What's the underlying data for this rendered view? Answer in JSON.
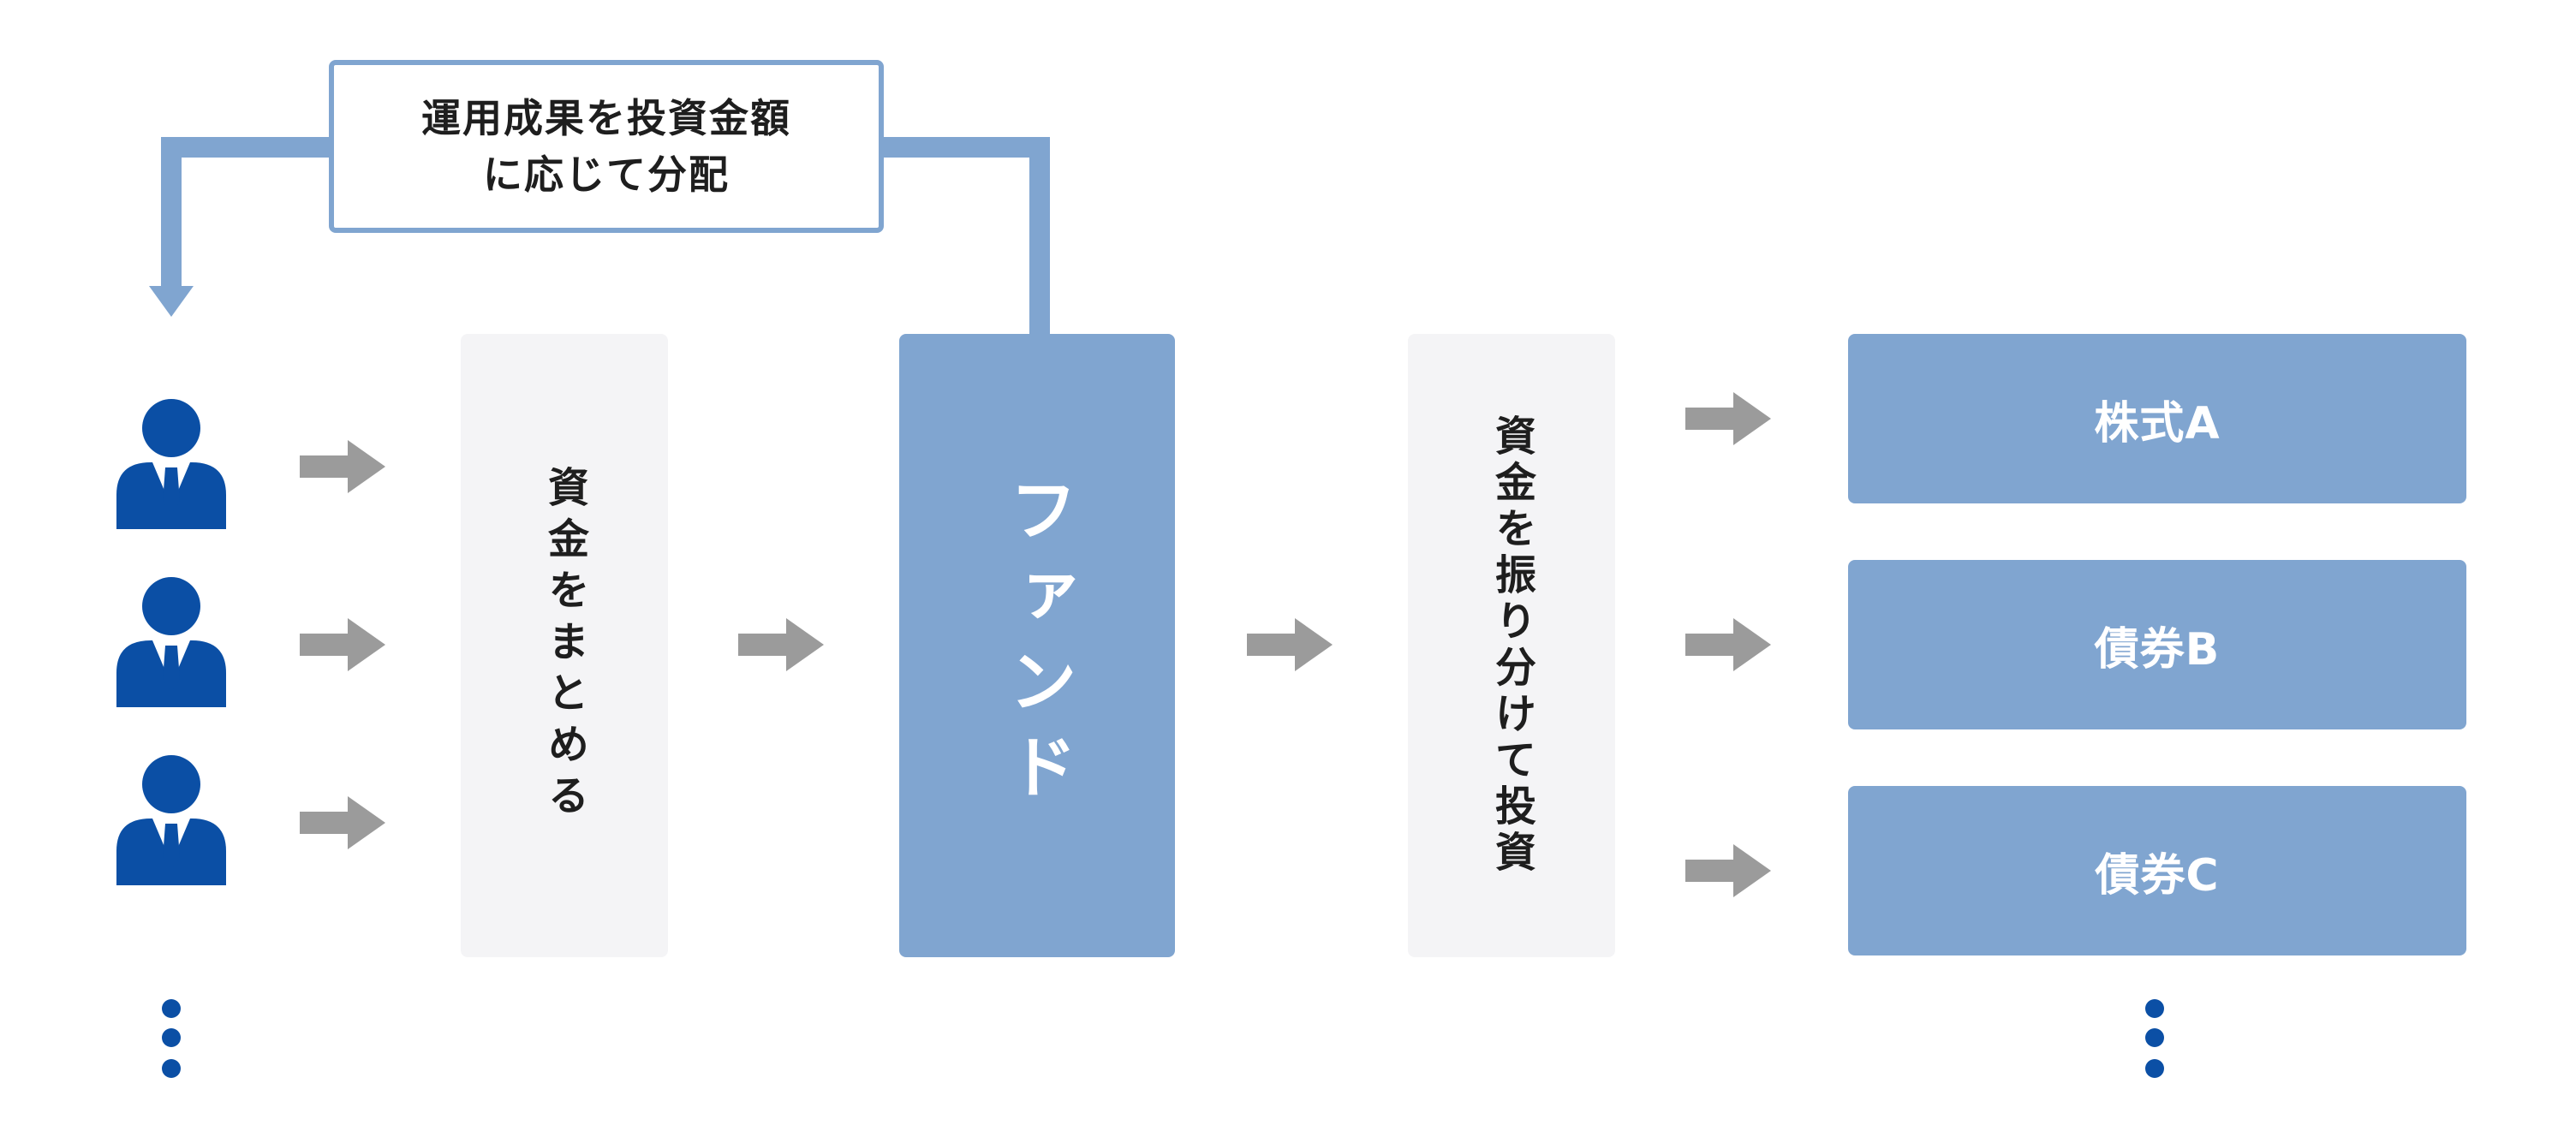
{
  "feedback": {
    "line1": "運用成果を投資金額",
    "line2": "に応じて分配"
  },
  "gather": {
    "label": "資金をまとめる"
  },
  "fund": {
    "label": "ファンド"
  },
  "distribute": {
    "label": "資金を振り分けて投資"
  },
  "assets": [
    {
      "label": "株式A"
    },
    {
      "label": "債券B"
    },
    {
      "label": "債券C"
    }
  ],
  "investors": {
    "count_shown": 3,
    "more": true
  },
  "colors": {
    "panel_blue": "#80a5d0",
    "panel_gray": "#f4f4f6",
    "investor_blue": "#0b4fa5",
    "arrow_gray": "#9b9b9b",
    "connector_blue": "#80a5d0",
    "text_dark": "#1e1e1e"
  }
}
